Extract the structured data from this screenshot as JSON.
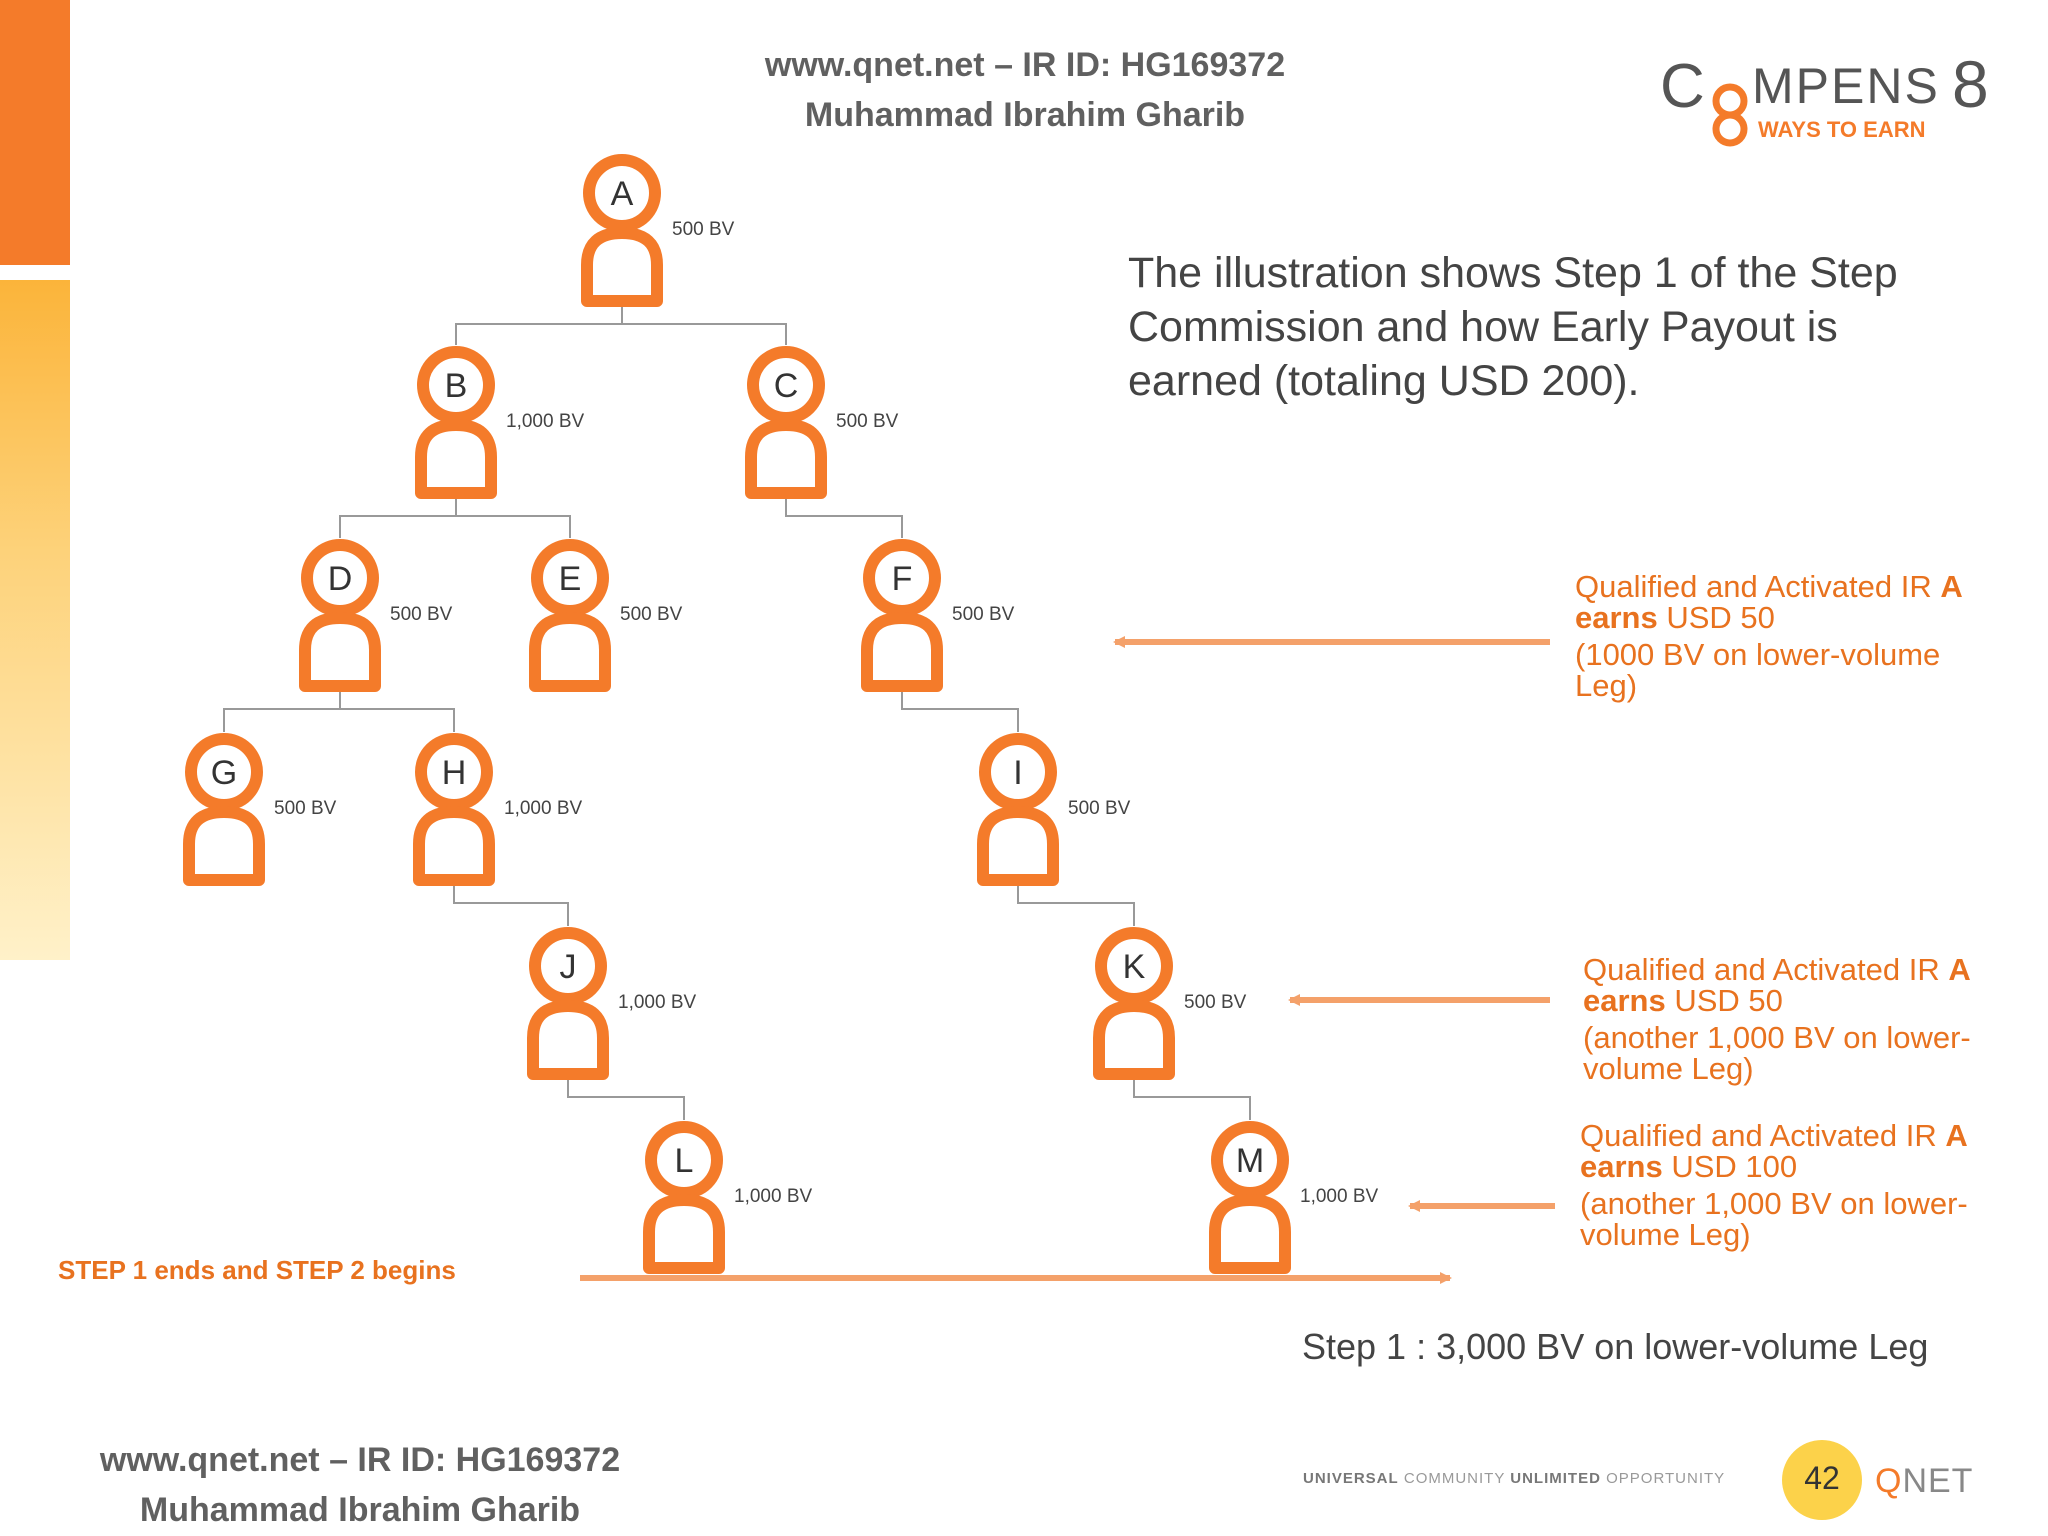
{
  "header": {
    "line1": "www.qnet.net – IR ID: HG169372",
    "line2": "Muhammad Ibrahim Gharib"
  },
  "logo": {
    "pre": "C",
    "main": "MPENS",
    "digit": "8",
    "tagline": "WAYS TO EARN"
  },
  "intro_text": "The illustration shows Step 1 of the Step Commission and how Early Payout is earned (totaling USD 200).",
  "tree": {
    "nodes": [
      {
        "id": "A",
        "bv": "500 BV"
      },
      {
        "id": "B",
        "bv": "1,000 BV"
      },
      {
        "id": "C",
        "bv": "500 BV"
      },
      {
        "id": "D",
        "bv": "500 BV"
      },
      {
        "id": "E",
        "bv": "500 BV"
      },
      {
        "id": "F",
        "bv": "500 BV"
      },
      {
        "id": "G",
        "bv": "500 BV"
      },
      {
        "id": "H",
        "bv": "1,000 BV"
      },
      {
        "id": "I",
        "bv": "500 BV"
      },
      {
        "id": "J",
        "bv": "1,000 BV"
      },
      {
        "id": "K",
        "bv": "500 BV"
      },
      {
        "id": "L",
        "bv": "1,000 BV"
      },
      {
        "id": "M",
        "bv": "1,000 BV"
      }
    ],
    "edges": [
      [
        "A",
        "B"
      ],
      [
        "A",
        "C"
      ],
      [
        "B",
        "D"
      ],
      [
        "B",
        "E"
      ],
      [
        "C",
        "F"
      ],
      [
        "D",
        "G"
      ],
      [
        "D",
        "H"
      ],
      [
        "F",
        "I"
      ],
      [
        "H",
        "J"
      ],
      [
        "I",
        "K"
      ],
      [
        "J",
        "L"
      ],
      [
        "K",
        "M"
      ]
    ]
  },
  "notes": [
    {
      "line1": "Qualified and Activated IR ",
      "line1_bold": "A",
      "line2_bold": "earns",
      "line2": " USD 50",
      "detail": "(1000 BV on lower-volume Leg)"
    },
    {
      "line1": "Qualified and Activated IR ",
      "line1_bold": "A",
      "line2_bold": "earns",
      "line2": " USD 50",
      "detail": "(another 1,000 BV on lower-volume Leg)"
    },
    {
      "line1": "Qualified and Activated IR ",
      "line1_bold": "A",
      "line2_bold": "earns",
      "line2": " USD 100",
      "detail": "(another 1,000 BV on lower-volume Leg)"
    }
  ],
  "step_label": "STEP 1 ends and STEP 2 begins",
  "step_summary": "Step 1 : 3,000  BV on lower-volume Leg",
  "footer": {
    "line1": "www.qnet.net – IR ID: HG169372",
    "line2": "Muhammad Ibrahim Gharib",
    "tagline": [
      "UNIVERSAL",
      "COMMUNITY",
      "UNLIMITED",
      "OPPORTUNITY"
    ],
    "page_number": "42",
    "brand_q": "Q",
    "brand_net": "NET"
  },
  "colors": {
    "accent": "#F47B2A",
    "text": "#444444",
    "line": "#999999"
  }
}
